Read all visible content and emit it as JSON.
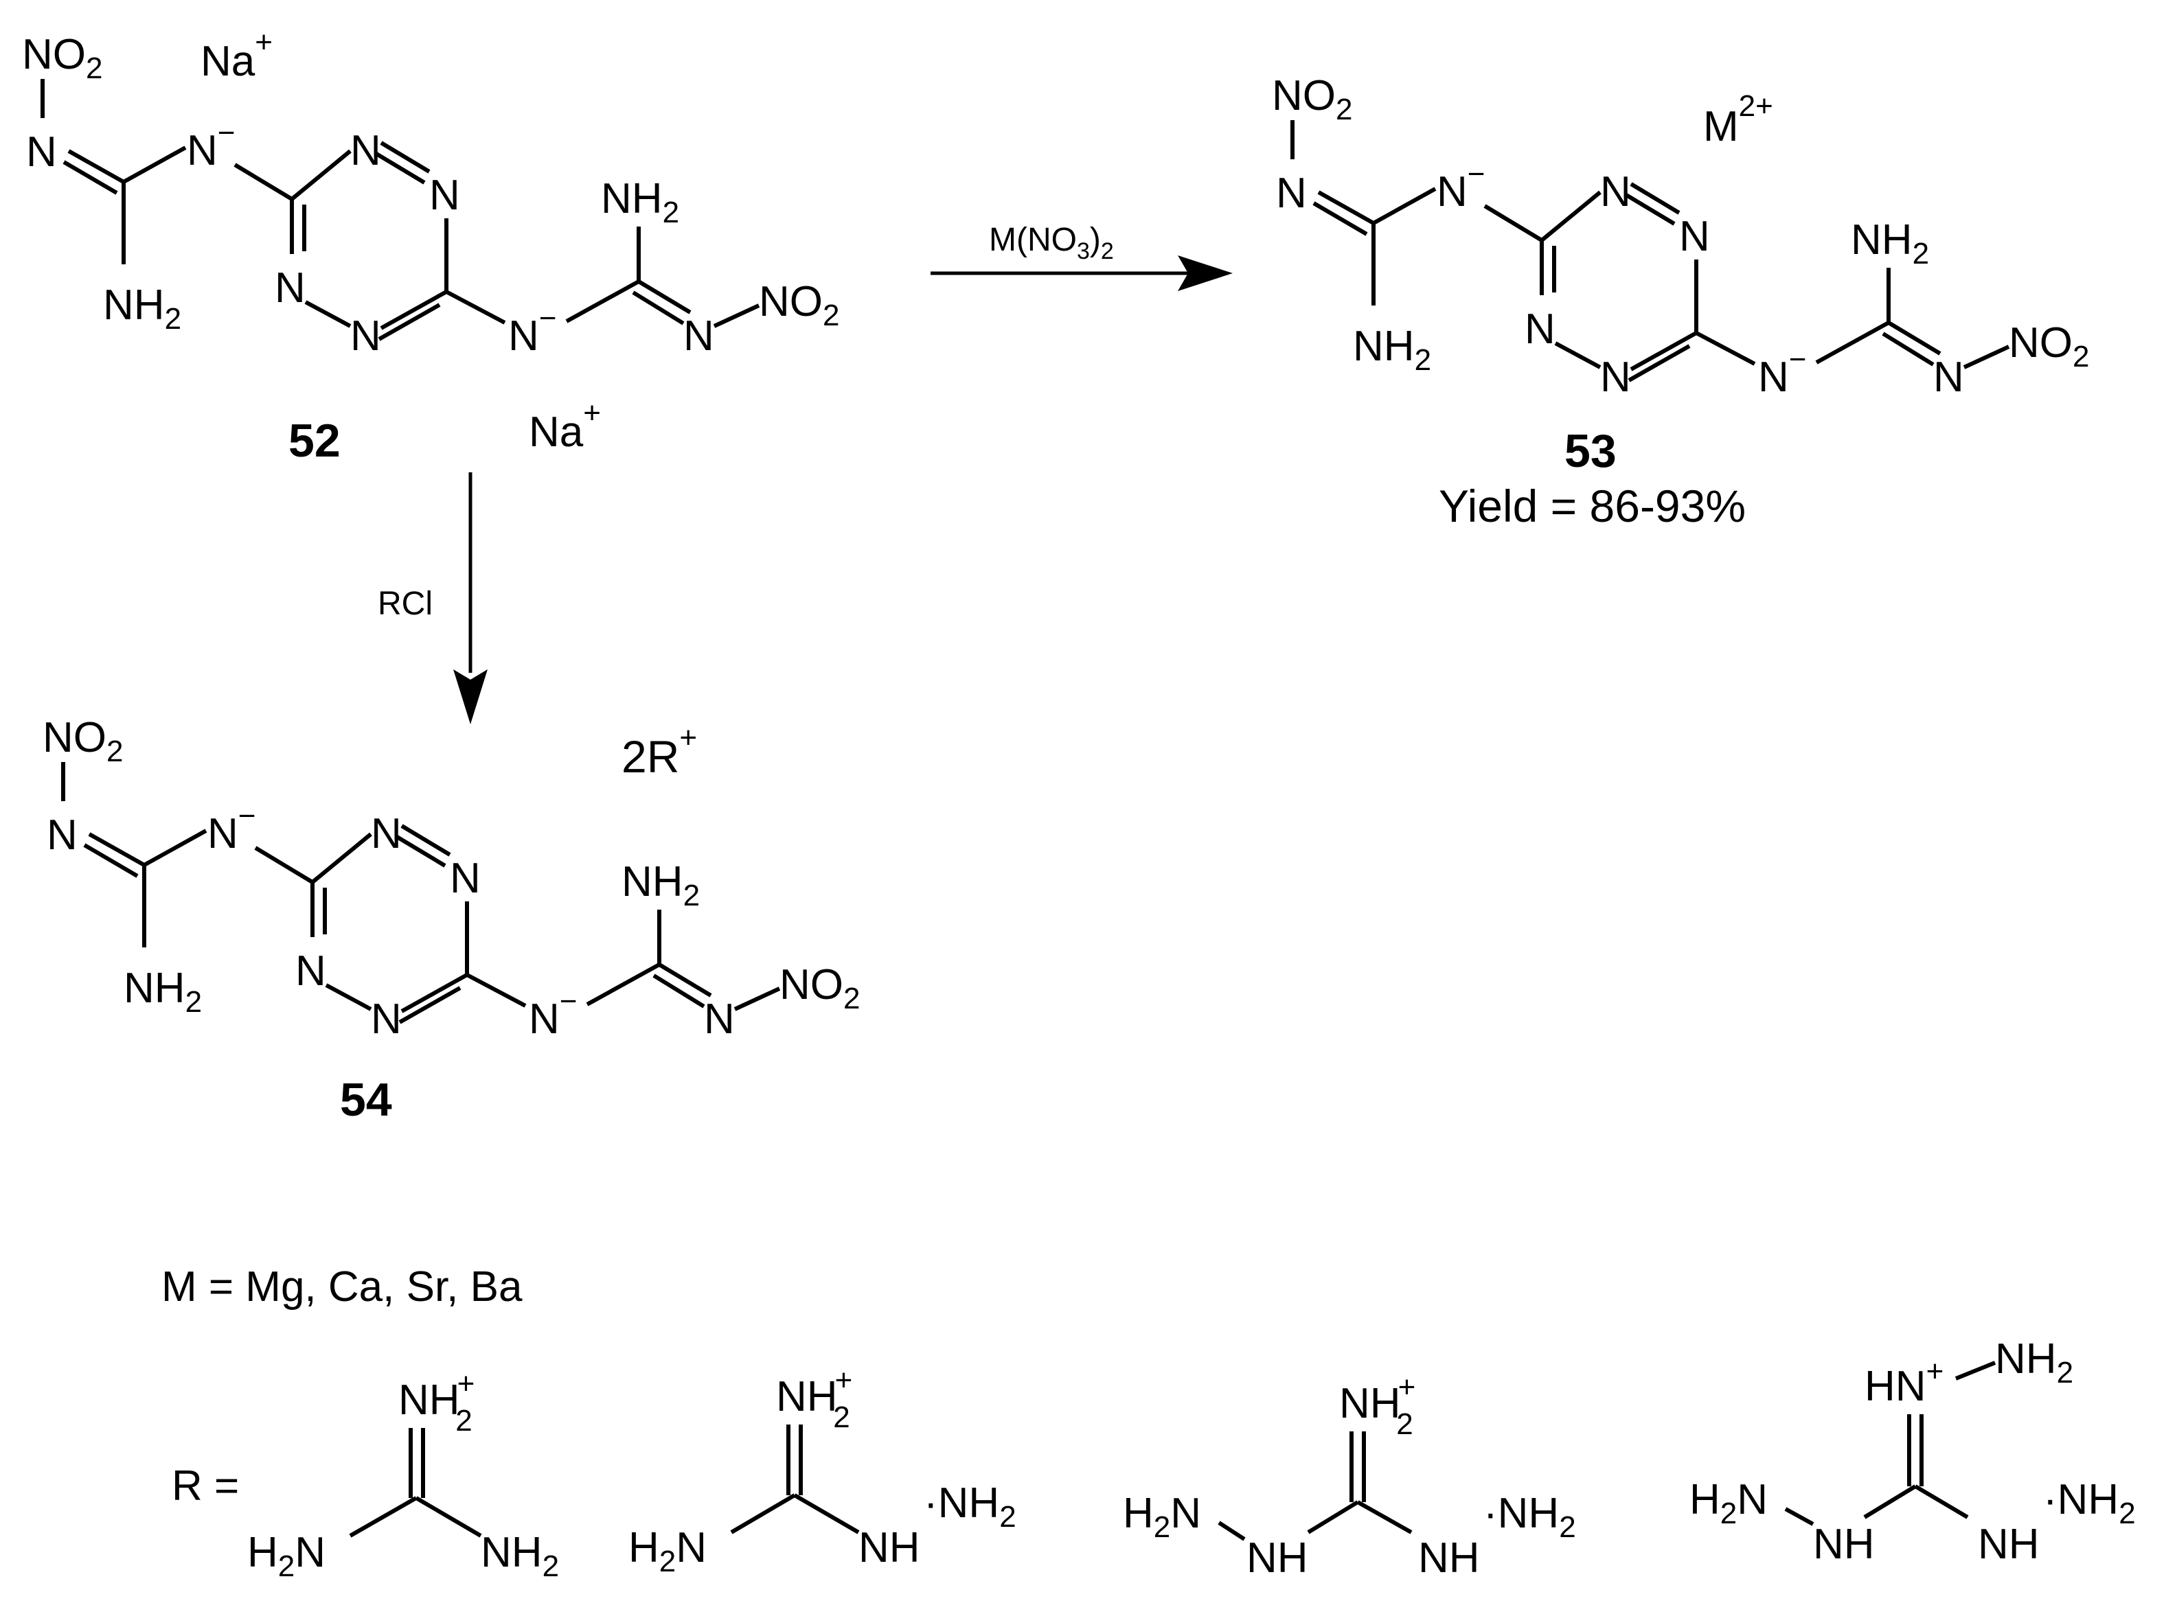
{
  "compounds": {
    "c52": {
      "label": "52",
      "counterions": [
        "Na",
        "Na"
      ],
      "charge": "+"
    },
    "c53": {
      "label": "53",
      "yield": "Yield = 86-93%",
      "counterion": "M",
      "charge": "2+"
    },
    "c54": {
      "label": "54",
      "counterion": "2R",
      "charge": "+"
    }
  },
  "atoms": {
    "N": "N",
    "minus": "−",
    "NO": "NO",
    "two": "2",
    "NH": "NH",
    "H": "H",
    "HN": "HN",
    "plus": "+",
    "dot": "·"
  },
  "reagents": {
    "metal_nitrate_main": "M(NO",
    "metal_nitrate_sub1": "3",
    "metal_nitrate_paren": ")",
    "metal_nitrate_sub2": "2",
    "rcl": "RCl"
  },
  "definitions": {
    "m_line": "M = Mg, Ca, Sr, Ba",
    "r_prefix": "R ="
  }
}
